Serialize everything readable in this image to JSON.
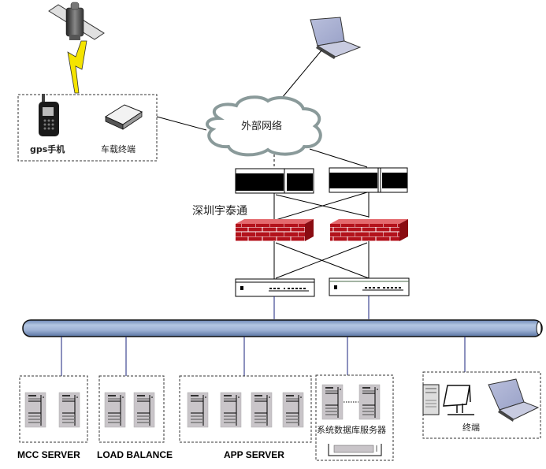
{
  "diagram": {
    "title": "深圳宇泰通",
    "cloud_label": "外部网络",
    "mobile_group": {
      "items": [
        {
          "icon": "mobile-phone-icon",
          "label": "gps手机"
        },
        {
          "icon": "vehicle-terminal-icon",
          "label": "车载终端"
        }
      ]
    },
    "satellite": {
      "icon": "satellite-icon"
    },
    "remote_laptop": {
      "icon": "laptop-icon"
    },
    "routers": [
      {
        "icon": "router-icon",
        "name": "router-1"
      },
      {
        "icon": "router-icon",
        "name": "router-2"
      }
    ],
    "firewalls": [
      {
        "icon": "firewall-icon",
        "name": "firewall-1"
      },
      {
        "icon": "firewall-icon",
        "name": "firewall-2"
      }
    ],
    "switches": [
      {
        "icon": "switch-icon",
        "name": "switch-1"
      },
      {
        "icon": "switch-icon",
        "name": "switch-2"
      }
    ],
    "bus": {
      "icon": "network-bus-icon"
    },
    "server_groups": [
      {
        "label": "MCC SERVER",
        "server_count": 2
      },
      {
        "label": "LOAD BALANCE",
        "server_count": 2
      },
      {
        "label": "APP SERVER",
        "server_count": 4
      },
      {
        "label": "系统数据库服务器",
        "server_count": 2
      },
      {
        "label": "终端",
        "server_count": 0
      }
    ],
    "colors": {
      "bus": "#8fa8cc",
      "firewall": "#b0141c",
      "lightning": "#f5e400",
      "cloud_outline": "#8a9a9a"
    }
  }
}
